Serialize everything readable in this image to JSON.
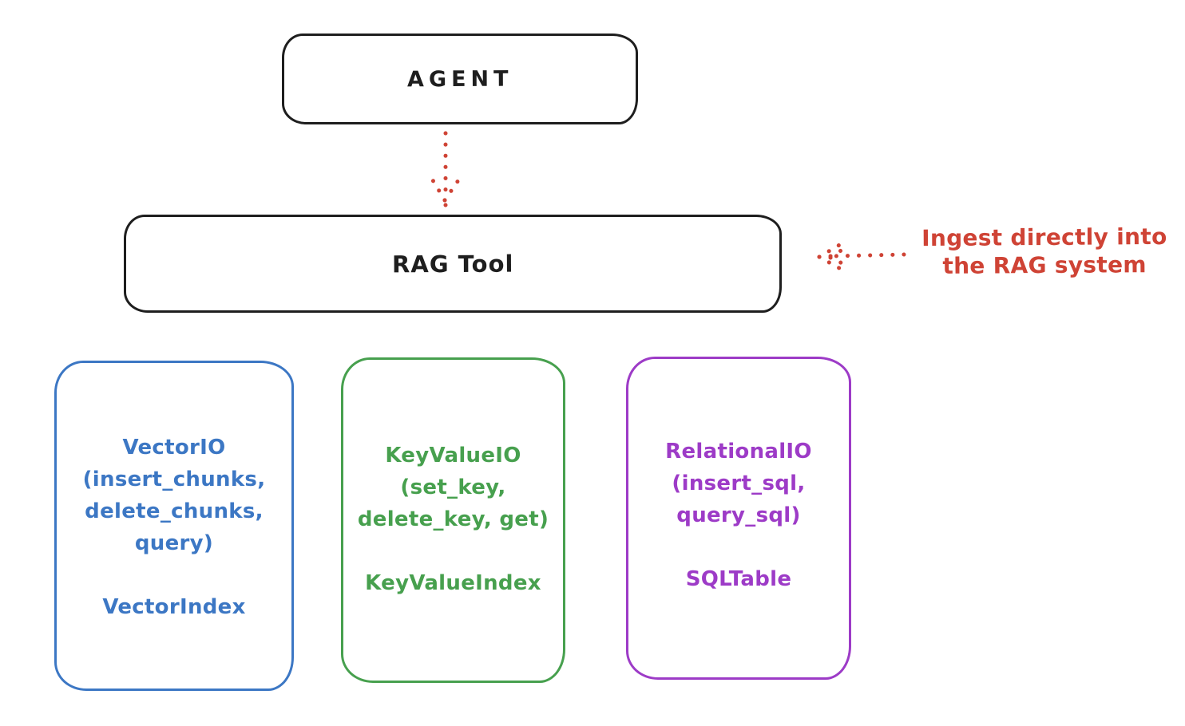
{
  "diagram": {
    "agent_box": {
      "label": "AGENT"
    },
    "rag_tool_box": {
      "label": "RAG Tool"
    },
    "annotation": {
      "line1": "Ingest directly into",
      "line2": "the RAG system"
    },
    "arrows": [
      {
        "name": "agent-to-rag-tool",
        "style": "dotted",
        "direction": "down"
      },
      {
        "name": "annotation-to-rag-tool",
        "style": "dotted",
        "direction": "left"
      }
    ],
    "io_boxes": [
      {
        "title": "VectorIO",
        "methods": [
          "(insert_chunks,",
          "delete_chunks,",
          "query)"
        ],
        "index_label": "VectorIndex",
        "color": "#3c77c4"
      },
      {
        "title": "KeyValueIO",
        "methods": [
          "(set_key,",
          "delete_key, get)"
        ],
        "index_label": "KeyValueIndex",
        "color": "#47a04e"
      },
      {
        "title": "RelationalIO",
        "methods": [
          "(insert_sql,",
          "query_sql)"
        ],
        "index_label": "SQLTable",
        "color": "#9d3bc7"
      }
    ],
    "colors": {
      "stroke": "#1e1e1e",
      "accent_red": "#cf4335",
      "background": "#ffffff"
    }
  }
}
